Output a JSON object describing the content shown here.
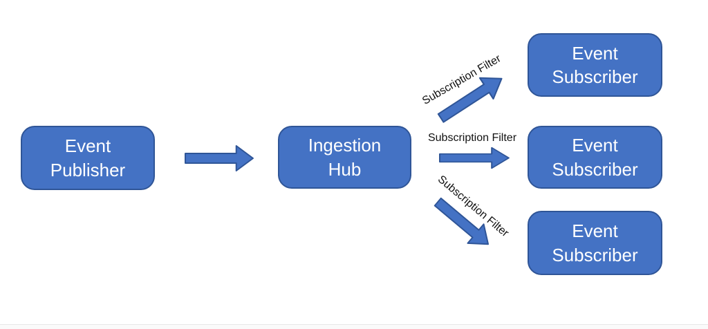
{
  "diagram": {
    "background_color": "#ffffff",
    "node_fill_color": "#4472C4",
    "node_border_color": "#2F5597",
    "node_text_color": "#ffffff",
    "edge_label_color": "#111111",
    "nodes": [
      {
        "id": "event-publisher",
        "label": "Event\nPublisher"
      },
      {
        "id": "ingestion-hub",
        "label": "Ingestion\nHub"
      },
      {
        "id": "event-subscriber-1",
        "label": "Event\nSubscriber"
      },
      {
        "id": "event-subscriber-2",
        "label": "Event\nSubscriber"
      },
      {
        "id": "event-subscriber-3",
        "label": "Event\nSubscriber"
      }
    ],
    "edge_labels": [
      {
        "id": "subscription-filter-top",
        "text": "Subscription Filter"
      },
      {
        "id": "subscription-filter-middle",
        "text": "Subscription Filter"
      },
      {
        "id": "subscription-filter-bottom",
        "text": "Subscription Filter"
      }
    ]
  }
}
